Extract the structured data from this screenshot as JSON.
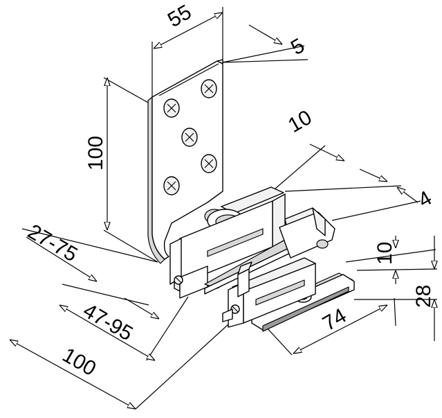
{
  "drawing": {
    "dimensions": {
      "d55": "55",
      "d5": "5",
      "d100_vertical": "100",
      "d10_top": "10",
      "d4": "4",
      "d27_75": "27-75",
      "d10_right": "10",
      "d28": "28",
      "d47_95": "47-95",
      "d74": "74",
      "d100_bottom": "100"
    }
  }
}
